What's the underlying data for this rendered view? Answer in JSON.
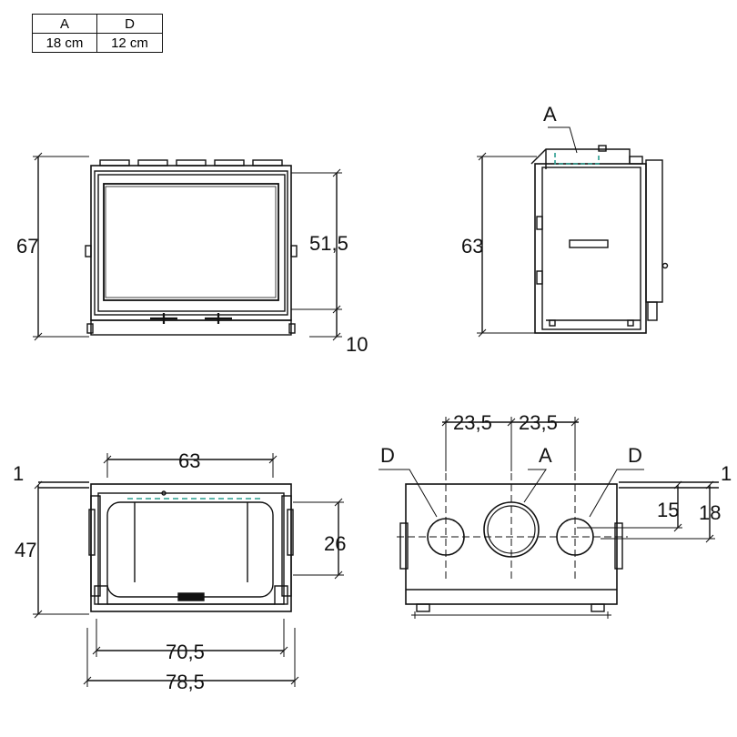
{
  "spec_table": {
    "headers": [
      "A",
      "D"
    ],
    "values": [
      "18 cm",
      "12 cm"
    ]
  },
  "front_view": {
    "height": "67",
    "glass_height": "51,5",
    "base_offset": "10"
  },
  "side_view": {
    "height": "63",
    "outlet_label": "A"
  },
  "top_view": {
    "depth": "47",
    "inner_width": "63",
    "inner_depth": "26",
    "offset": "1",
    "width_inner": "70,5",
    "width_outer": "78,5"
  },
  "rear_view": {
    "spacing_left": "23,5",
    "spacing_right": "23,5",
    "label_d_left": "D",
    "label_a": "A",
    "label_d_right": "D",
    "offset": "1",
    "height_15": "15",
    "height_18": "18"
  },
  "colors": {
    "line": "#111111",
    "accent": "#2a9d8f"
  }
}
